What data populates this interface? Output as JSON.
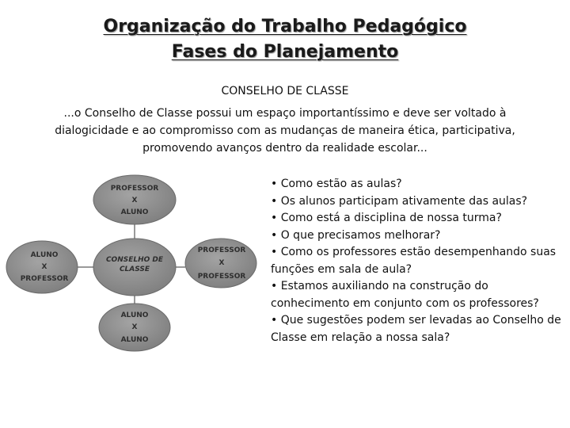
{
  "title": {
    "line1": "Organização do Trabalho Pedagógico",
    "line2": "Fases do Planejamento"
  },
  "section_heading": "CONSELHO DE CLASSE",
  "intro": "...o Conselho de Classe possui um espaço importantíssimo e deve ser voltado à dialogicidade e ao compromisso com as mudanças de maneira ética, participativa, promovendo avanços dentro da realidade escolar...",
  "diagram": {
    "center": {
      "line1": "CONSELHO DE",
      "line2": "CLASSE"
    },
    "top": {
      "line1": "PROFESSOR",
      "line2": "X",
      "line3": "ALUNO"
    },
    "left": {
      "line1": "ALUNO",
      "line2": "X",
      "line3": "PROFESSOR"
    },
    "right": {
      "line1": "PROFESSOR",
      "line2": "X",
      "line3": "PROFESSOR"
    },
    "bottom": {
      "line1": "ALUNO",
      "line2": "X",
      "line3": "ALUNO"
    },
    "colors": {
      "circle_fill": "#8c8c8c",
      "circle_edge": "#6a6a6a",
      "connector": "#9a9a9a"
    }
  },
  "questions": [
    "• Como estão as aulas?",
    "• Os alunos participam ativamente das aulas?",
    "• Como está a disciplina de nossa turma?",
    "• O que precisamos melhorar?",
    "• Como os professores estão desempenhando suas funções em sala de aula?",
    "• Estamos auxiliando na construção do conhecimento em conjunto com os professores?",
    "• Que sugestões podem ser levadas ao Conselho de Classe em relação a nossa sala?"
  ]
}
